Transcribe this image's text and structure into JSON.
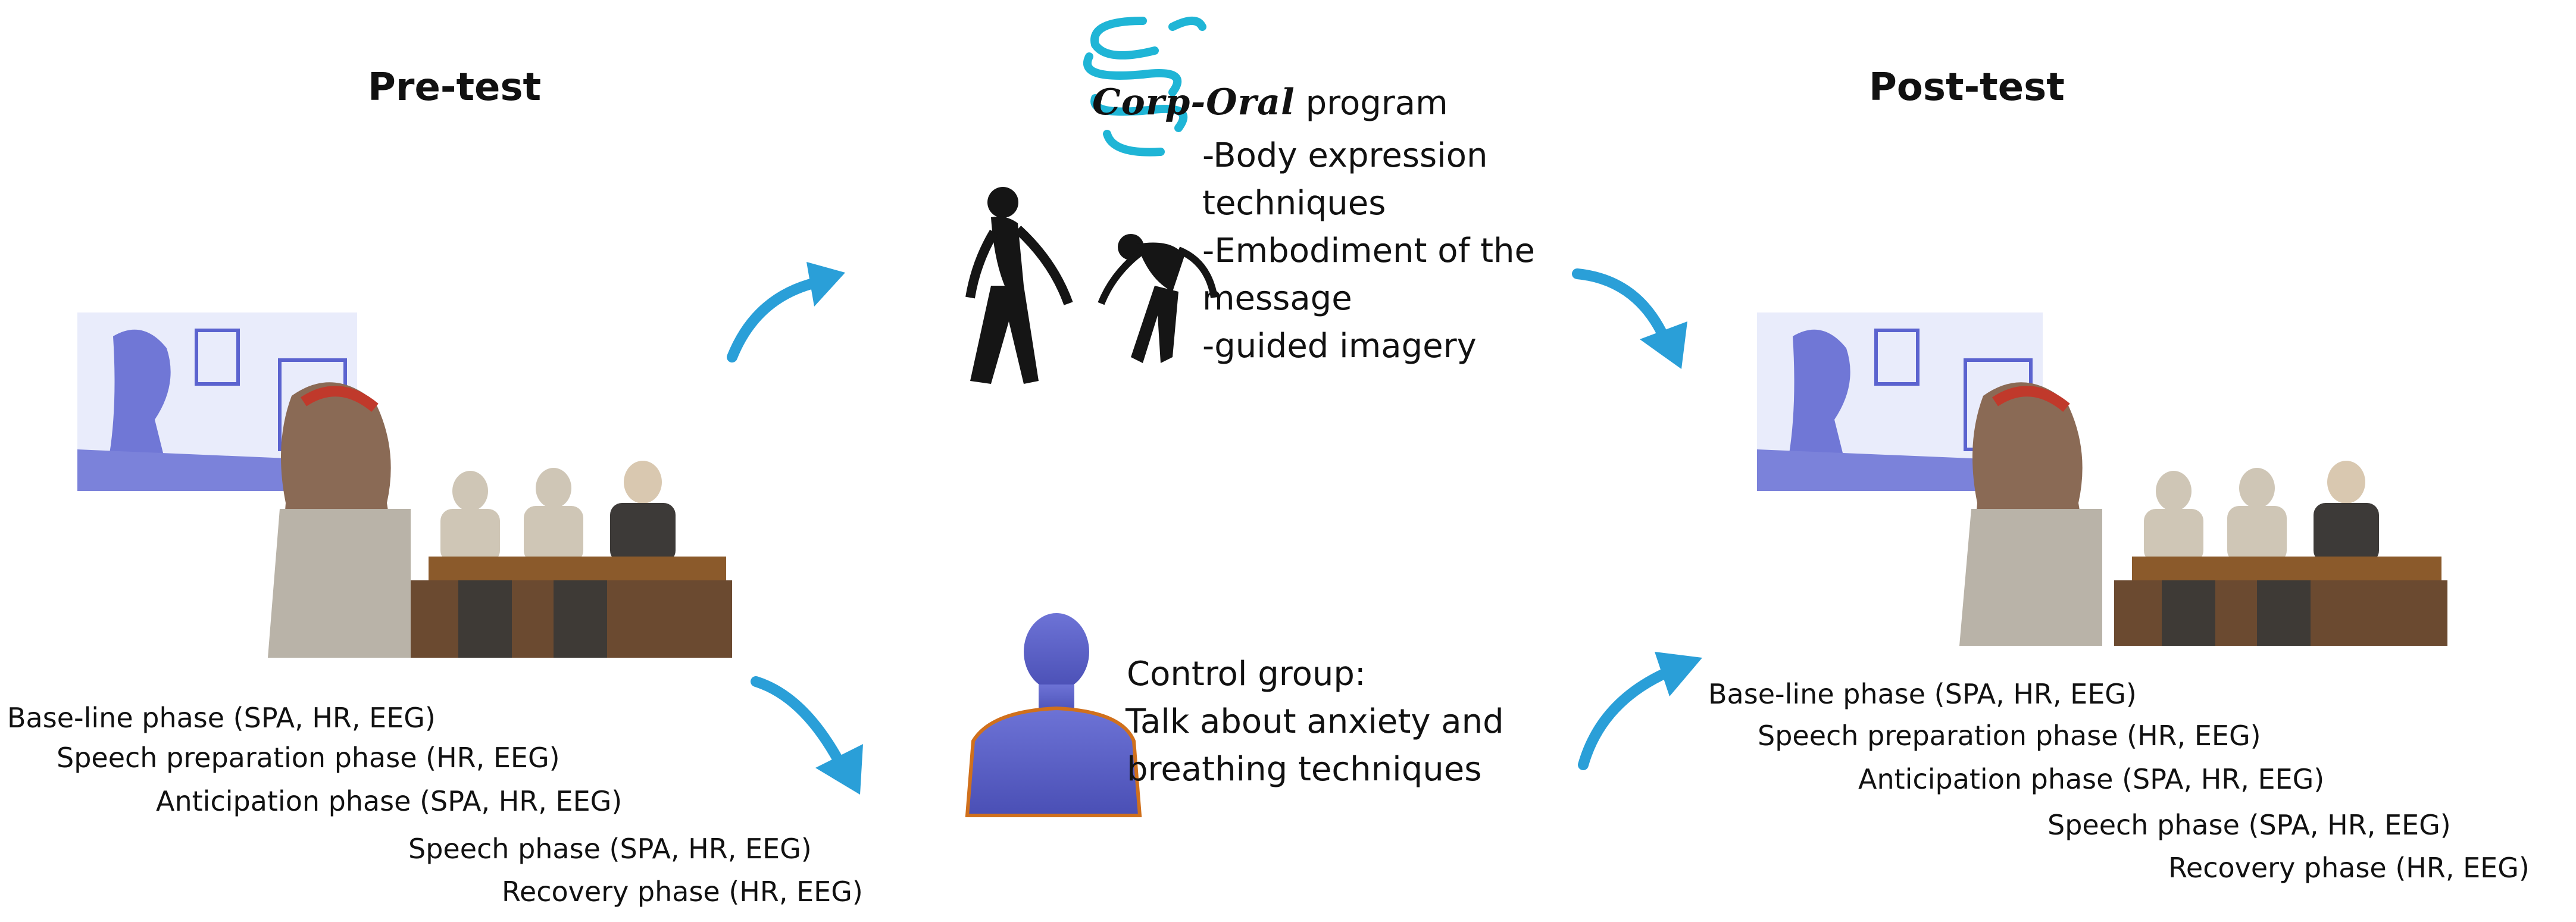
{
  "pre_test": {
    "title": "Pre-test",
    "phases": [
      "Base-line phase (SPA, HR, EEG)",
      "Speech preparation phase (HR, EEG)",
      "Anticipation phase (SPA, HR, EEG)",
      "Speech phase (SPA, HR, EEG)",
      "Recovery phase (HR, EEG)"
    ]
  },
  "post_test": {
    "title": "Post-test",
    "phases": [
      "Base-line phase (SPA, HR, EEG)",
      "Speech preparation phase (HR, EEG)",
      "Anticipation phase (SPA, HR, EEG)",
      "Speech phase (SPA, HR, EEG)",
      "Recovery phase (HR, EEG)"
    ]
  },
  "program": {
    "logo_text": "Corp-Oral",
    "title_suffix": " program",
    "items": [
      "-Body expression",
      "techniques",
      "-Embodiment of the",
      "message",
      "-guided imagery"
    ]
  },
  "control": {
    "lines": [
      "Control group:",
      "Talk about anxiety and",
      "breathing techniques"
    ]
  },
  "colors": {
    "arrow": "#2a9fd8",
    "logo_ribbon": "#1fb5d6",
    "scene_blue": "#4d57c8",
    "avatar": "#5a5fc4"
  }
}
